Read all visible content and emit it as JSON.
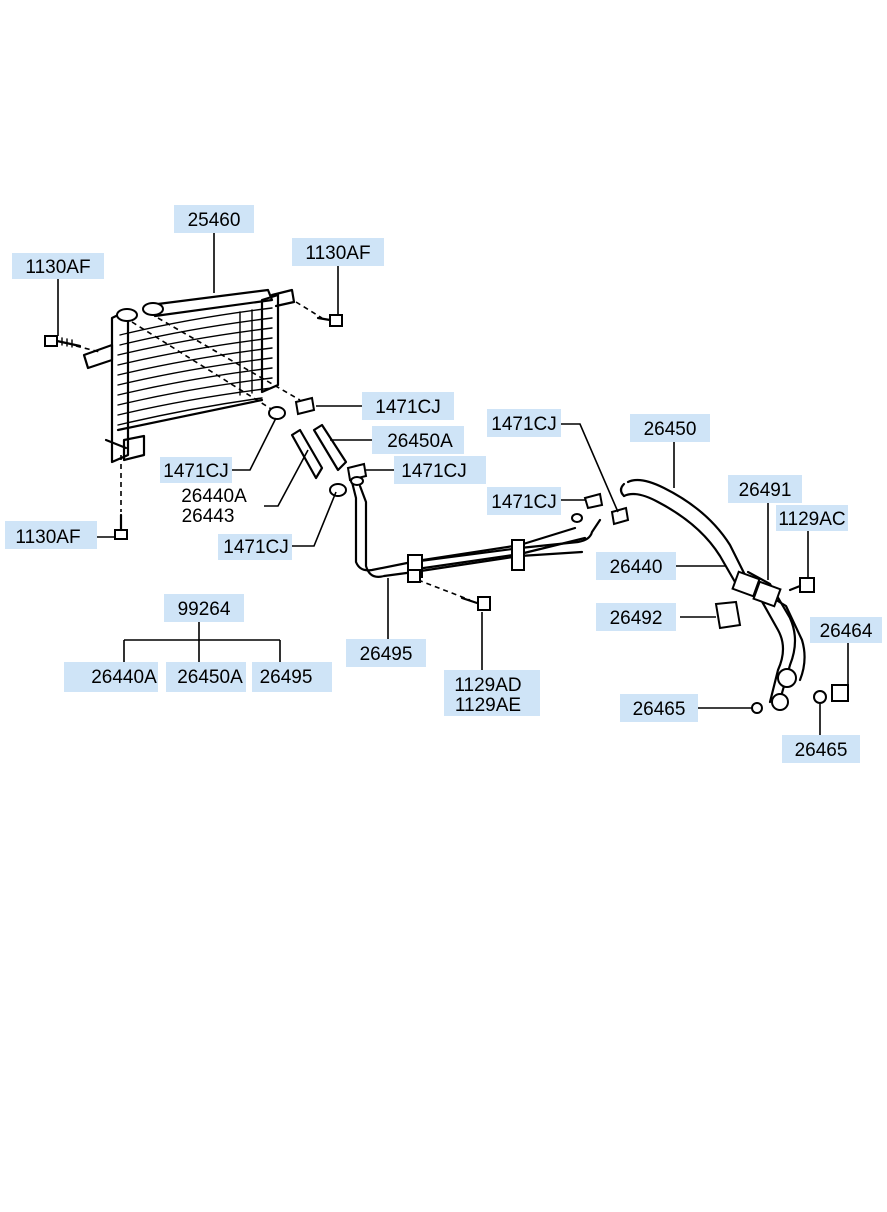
{
  "labels": {
    "radiator": "25460",
    "bolt_left": "1130AF",
    "bolt_right": "1130AF",
    "bolt_bottom": "1130AF",
    "clamp_a": "1471CJ",
    "clamp_b": "1471CJ",
    "clamp_c": "1471CJ",
    "clamp_d": "1471CJ",
    "clamp_e": "1471CJ",
    "clamp_f": "1471CJ",
    "hose_upper": "26450A",
    "hose_lower_1": "26440A",
    "hose_lower_2": "26443",
    "kit": "99264",
    "kit_item_1": "26440A",
    "kit_item_2": "26450A",
    "kit_item_3": "26495",
    "tube_assy": "26495",
    "bracket_bolt_1": "1129AD",
    "bracket_bolt_2": "1129AE",
    "hose_26450": "26450",
    "hose_26440": "26440",
    "bracket_26491": "26491",
    "bolt_1129ac": "1129AC",
    "bracket_26492": "26492",
    "eye_bolt": "26464",
    "gasket_left": "26465",
    "gasket_right": "26465"
  }
}
